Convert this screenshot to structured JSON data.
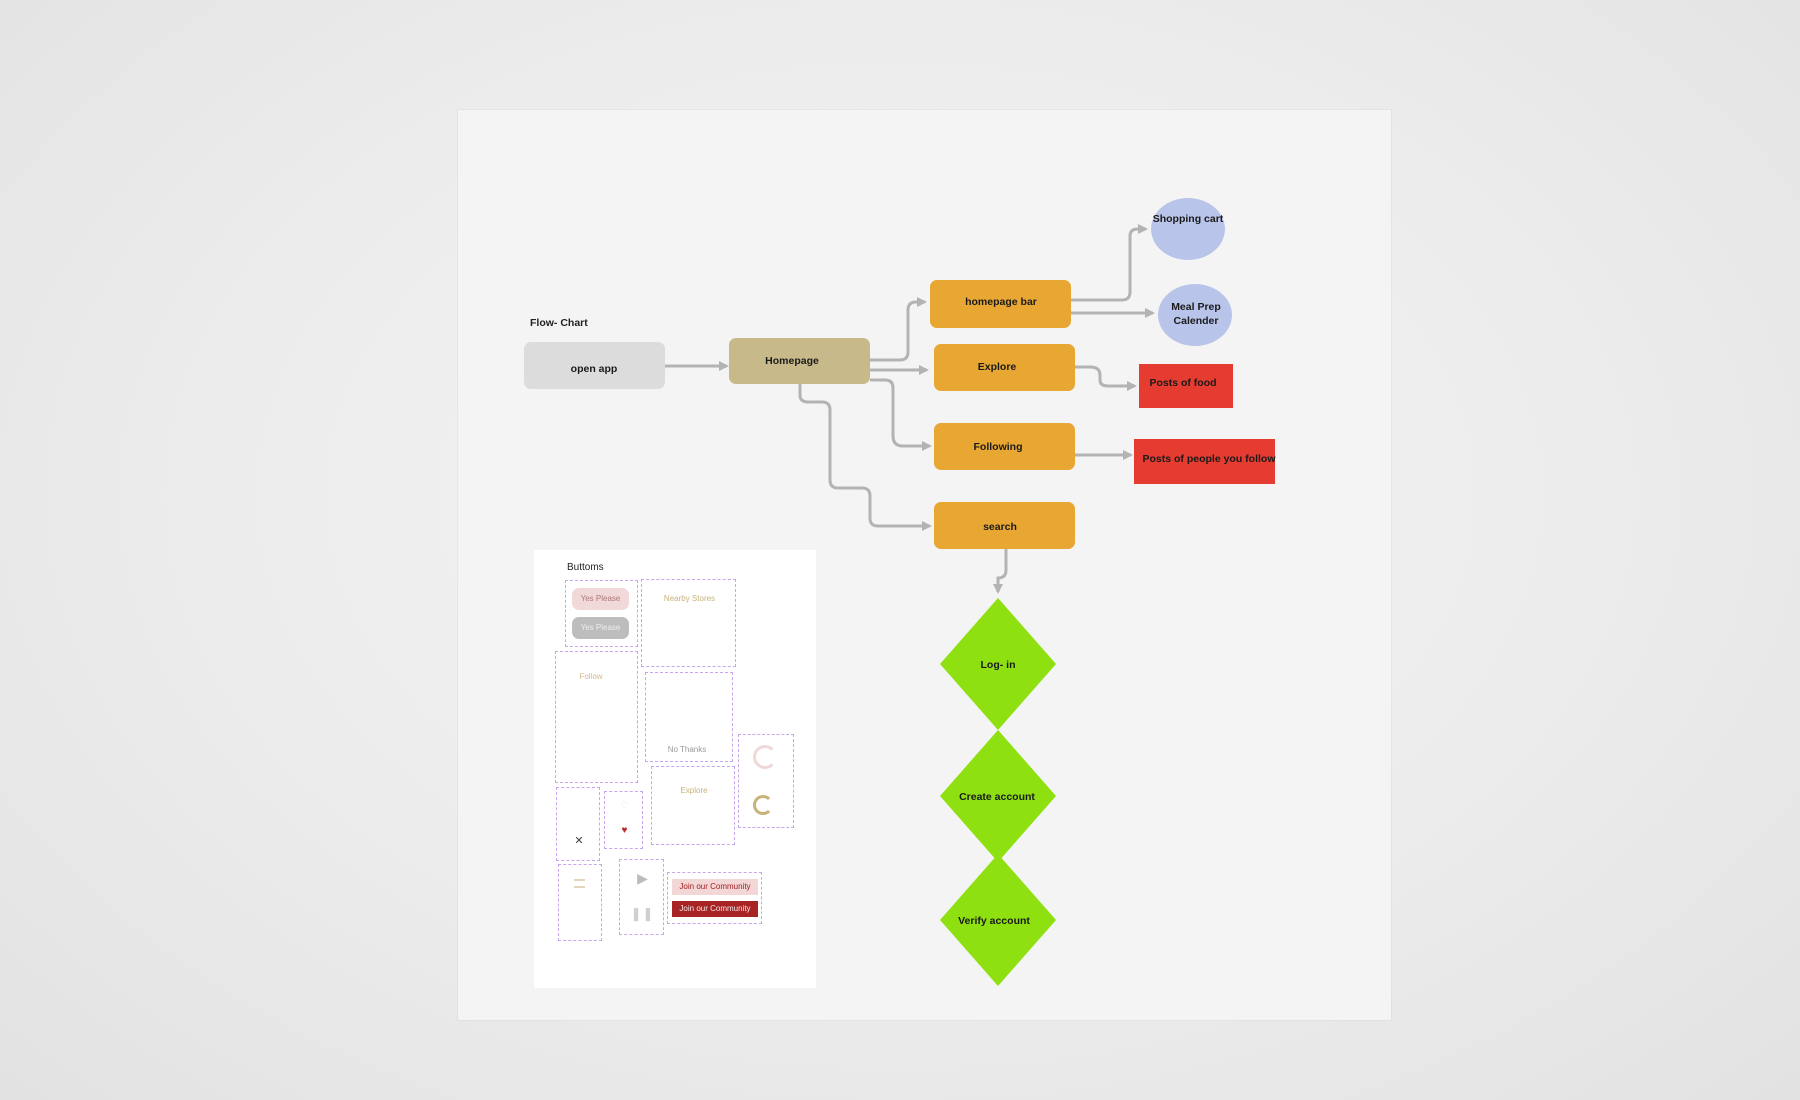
{
  "flowchart": {
    "title": "Flow- Chart",
    "nodes": {
      "open_app": "open app",
      "homepage": "Homepage",
      "homepage_bar": "homepage bar",
      "explore": "Explore",
      "following": "Following",
      "search": "search",
      "shopping_cart": "Shopping cart",
      "meal_prep_line1": "Meal Prep",
      "meal_prep_line2": "Calender",
      "posts_of_food": "Posts of food",
      "posts_follow": "Posts of people you follow",
      "login": "Log- in",
      "create_account": "Create account",
      "verify_account": "Verify account"
    },
    "colors": {
      "gray": "#dcdcdc",
      "tan": "#c8b98b",
      "orange": "#e8a733",
      "lavender": "#b9c4ea",
      "red": "#e63b30",
      "green": "#8ee010",
      "connector": "#b3b3b3"
    }
  },
  "buttons_panel": {
    "title": "Buttoms",
    "yes_please_1": "Yes Please",
    "yes_please_2": "Yes Please",
    "nearby_stores": "Nearby Stores",
    "follow": "Follow",
    "no_thanks": "No Thanks",
    "explore": "Explore",
    "join_1": "Join our Community",
    "join_2": "Join our Community",
    "close_icon": "close-icon",
    "heart_icon": "heart-icon",
    "play_icon": "play-icon",
    "pause_icon": "pause-icon",
    "menu_icon": "menu-icon",
    "logo_icon": "logo-mark-icon"
  }
}
